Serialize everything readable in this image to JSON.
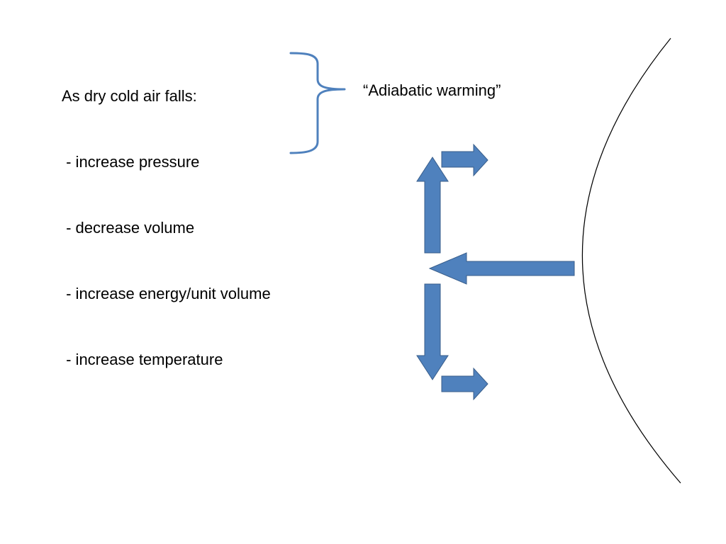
{
  "slide": {
    "heading": "As dry cold air falls:",
    "effects": [
      " - increase pressure",
      " - decrease volume",
      " - increase energy/unit volume",
      " - increase temperature"
    ],
    "bracket_label": "“Adiabatic warming”"
  },
  "colors": {
    "arrow_fill": "#4f81bd",
    "arrow_stroke": "#385d8a",
    "bracket": "#4f81bd",
    "curve": "#000000",
    "text": "#000000"
  }
}
